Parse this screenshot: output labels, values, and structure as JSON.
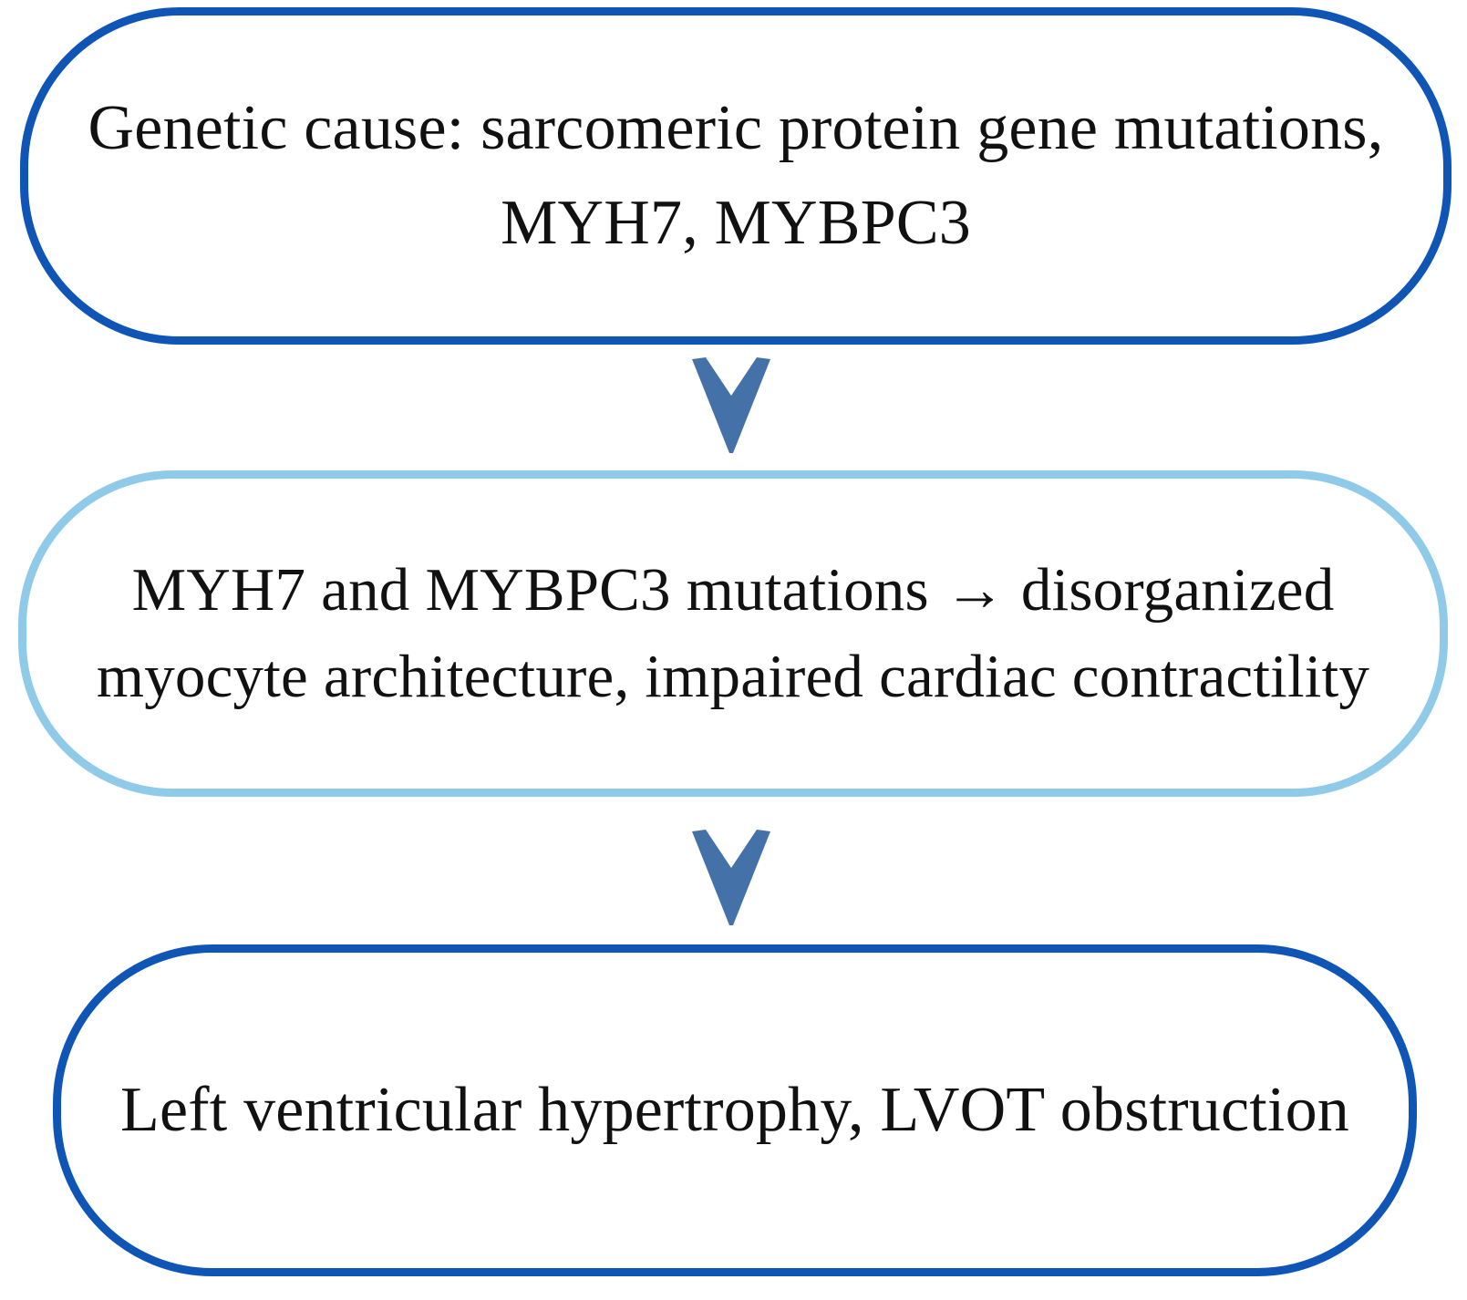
{
  "diagram": {
    "title": "Hypertrophic cardiomyopathy pathogenesis flowchart",
    "type": "vertical-flowchart",
    "palette": {
      "dark_blue_border": "#0f55b5",
      "light_blue_border": "#8fcbe8",
      "arrow_blue": "#4472a8",
      "text_color": "#111111",
      "background": "#ffffff"
    },
    "nodes": [
      {
        "id": "genetic-cause",
        "order": 1,
        "border_color": "#0f55b5",
        "border_style": "dark-blue-rounded",
        "lines": [
          "Genetic cause: sarcomeric protein gene",
          "mutations, MYH7, MYBPC3"
        ],
        "text": "Genetic cause: sarcomeric protein gene mutations, MYH7, MYBPC3"
      },
      {
        "id": "mechanism",
        "order": 2,
        "border_color": "#8fcbe8",
        "border_style": "light-blue-rounded",
        "lines": [
          "MYH7 and MYBPC3 mutations →",
          "disorganized myocyte architecture, impaired",
          "cardiac contractility"
        ],
        "text": "MYH7 and MYBPC3 mutations → disorganized myocyte architecture, impaired cardiac contractility"
      },
      {
        "id": "outcome",
        "order": 3,
        "border_color": "#0f55b5",
        "border_style": "dark-blue-rounded",
        "lines": [
          "Left ventricular hypertrophy,",
          "LVOT obstruction"
        ],
        "text": "Left ventricular hypertrophy, LVOT obstruction"
      }
    ],
    "connectors": [
      {
        "id": "arrow-1",
        "icon": "chevron-down-arrow-icon",
        "from": "genetic-cause",
        "to": "mechanism",
        "color": "#4472a8"
      },
      {
        "id": "arrow-2",
        "icon": "chevron-down-arrow-icon",
        "from": "mechanism",
        "to": "outcome",
        "color": "#4472a8"
      }
    ]
  }
}
